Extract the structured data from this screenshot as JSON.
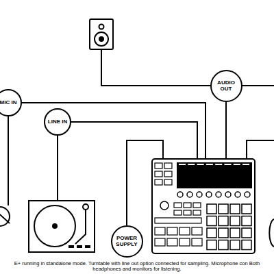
{
  "diagram": {
    "caption": "E+ running in standalone mode. Turntable with line out option connected for sampling. Microphone con Both headphones and monitors for listening.",
    "nodes": [
      {
        "text": [
          "AUDIO OUT"
        ]
      },
      {
        "text": [
          "MIC IN"
        ]
      },
      {
        "text": [
          "LINE IN"
        ]
      },
      {
        "text": [
          "POWER SUPPLY"
        ]
      }
    ]
  }
}
